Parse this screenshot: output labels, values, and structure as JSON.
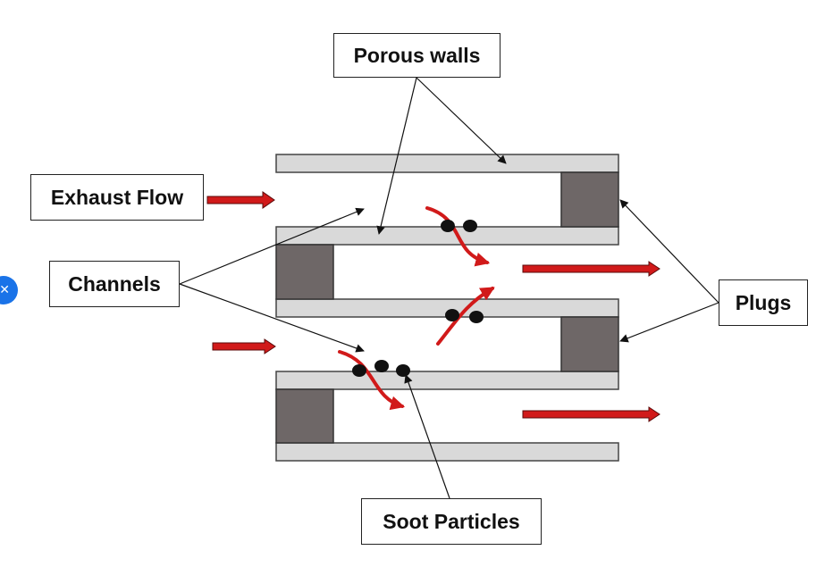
{
  "labels": {
    "porous_walls": "Porous walls",
    "exhaust_flow": "Exhaust Flow",
    "channels": "Channels",
    "plugs": "Plugs",
    "soot_particles": "Soot Particles"
  },
  "colors": {
    "wall_fill": "#d9d9d9",
    "plug_fill": "#6e6767",
    "flow_arrow": "#d11a1a",
    "soot": "#111111",
    "close_button": "#1a73e8"
  },
  "icons": {
    "close": "close-icon"
  }
}
